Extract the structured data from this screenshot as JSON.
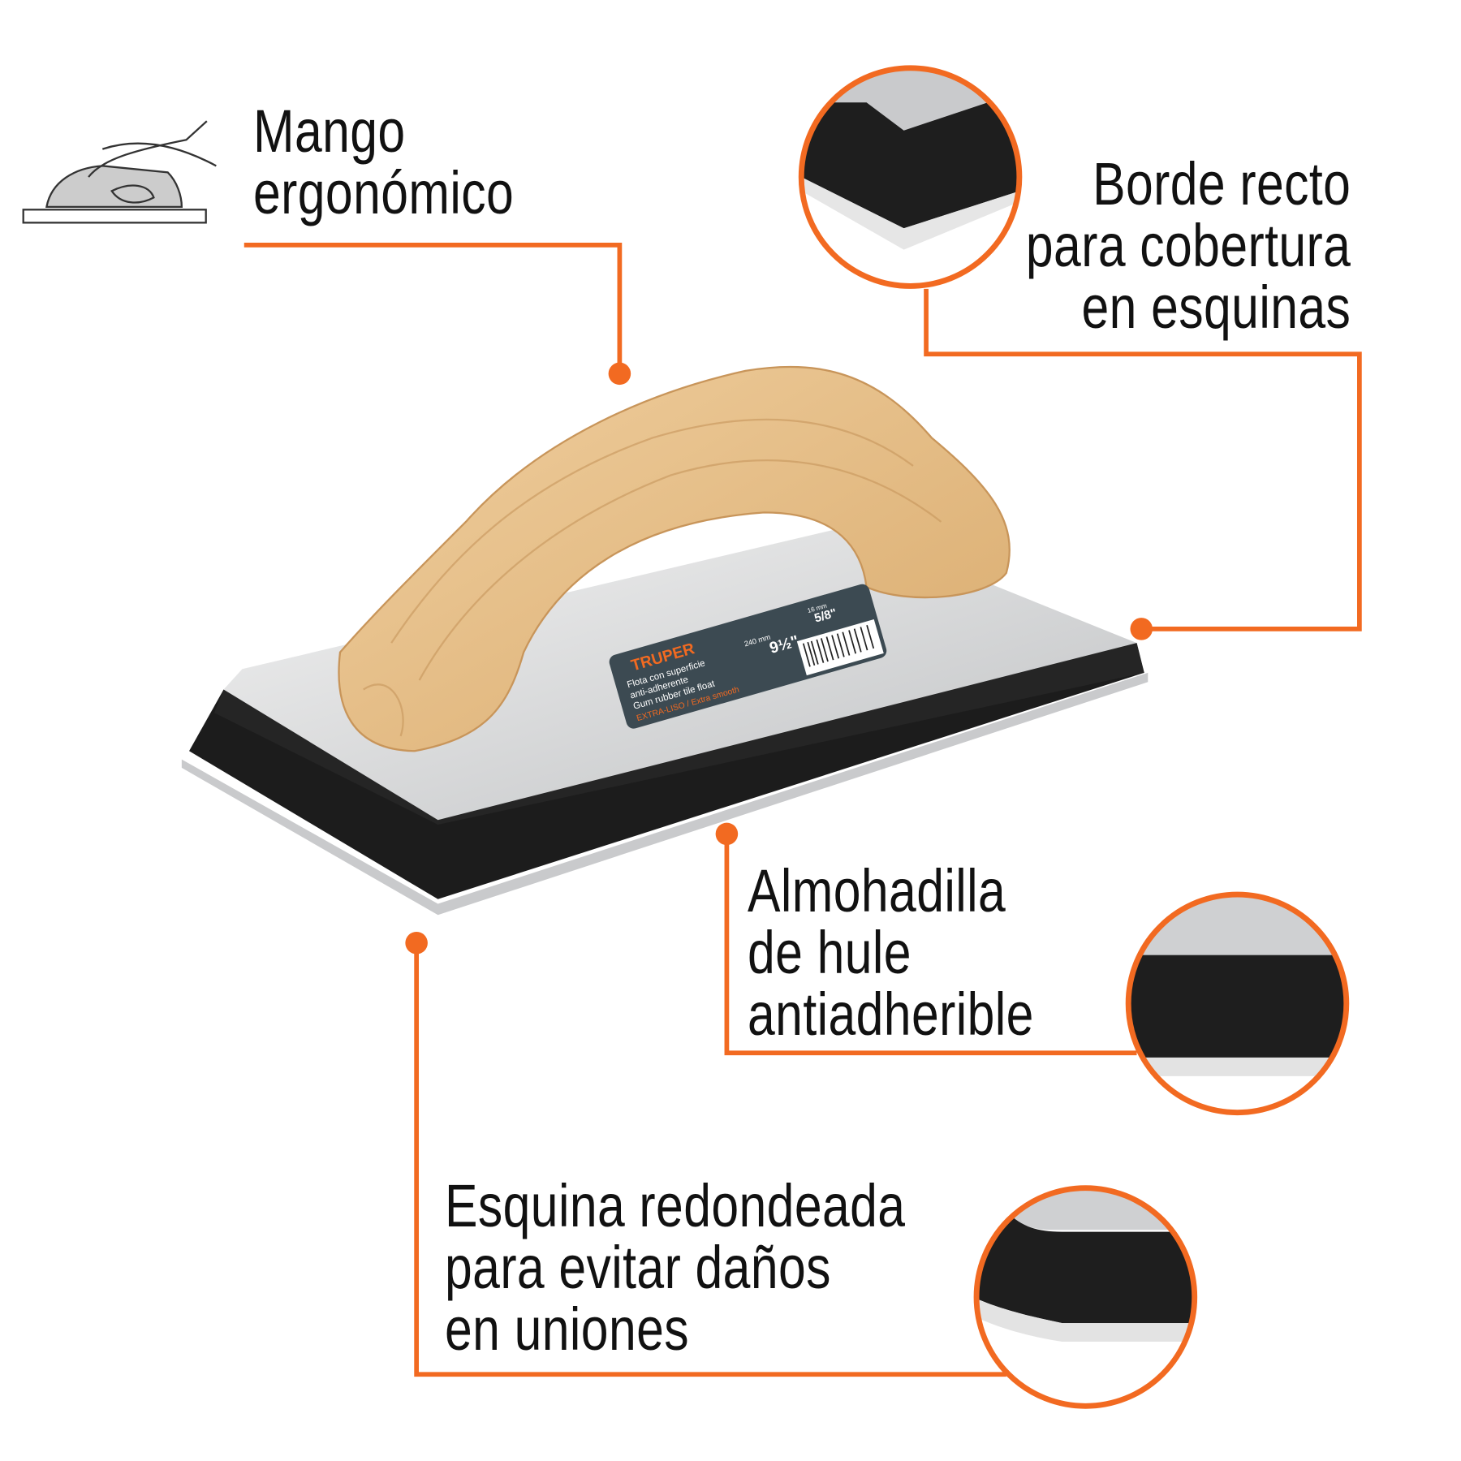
{
  "colors": {
    "accent": "#f26a21",
    "rubber": "#1c1c1c",
    "plate": "#d9dadb",
    "wood": "#e9c38f",
    "label_bg": "#3c4a52"
  },
  "features": [
    {
      "id": "handle",
      "lines": [
        "Mango",
        "ergonómico"
      ],
      "icon": "hand-on-float-icon"
    },
    {
      "id": "edge",
      "lines": [
        "Borde recto",
        "para cobertura",
        "en esquinas"
      ]
    },
    {
      "id": "pad",
      "lines": [
        "Almohadilla",
        "de hule",
        "antiadherible"
      ]
    },
    {
      "id": "corner",
      "lines": [
        "Esquina redondeada",
        "para evitar daños",
        "en uniones"
      ]
    }
  ],
  "product_label": {
    "brand": "TRUPER",
    "lines": [
      "Flota con superficie",
      "anti-adherente",
      "Gum rubber tile float"
    ],
    "highlight": "EXTRA-LISO / Extra smooth",
    "width": "9½\"",
    "width_mm": "240 mm",
    "thickness": "5/8\"",
    "thickness_mm": "16 mm"
  }
}
